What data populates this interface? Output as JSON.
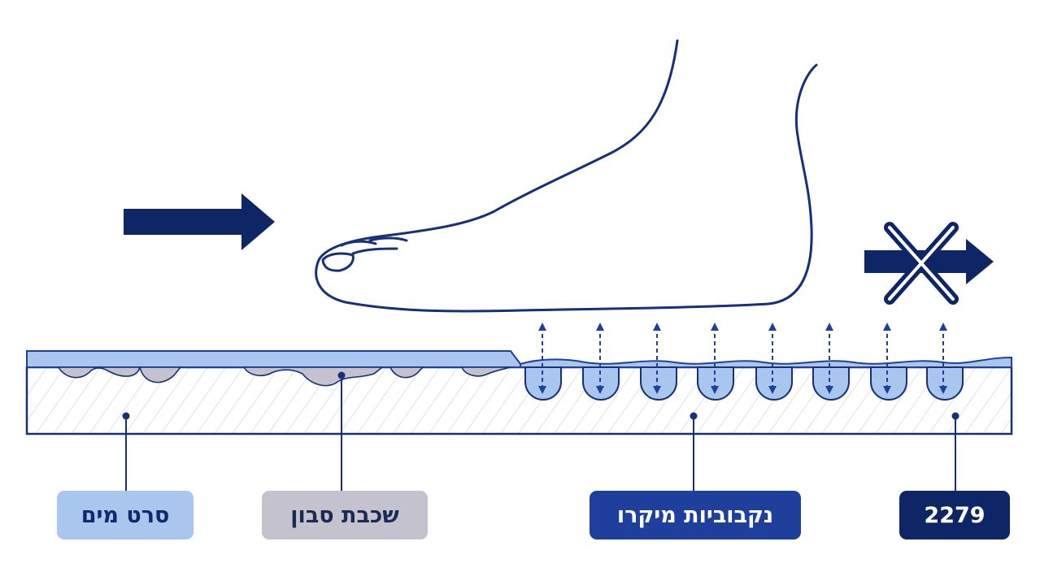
{
  "labels": {
    "water_film": "סרט מים",
    "soap_layer": "שכבת סבון",
    "micro_pores": "נקבוביות מיקרו",
    "product_code": "2279"
  },
  "colors": {
    "navy": "#0e2566",
    "royal": "#1f3f9c",
    "water": "#a9c7ee",
    "soap": "#c4c2cc",
    "outline": "#16307a"
  },
  "icons": {
    "forward_arrow": "right-arrow-icon",
    "blocked_slide": "crossed-arrow-icon",
    "pressure_arrows": "double-arrow-icon"
  }
}
